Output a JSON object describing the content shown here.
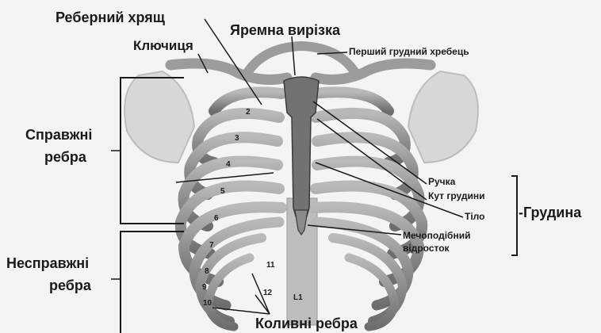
{
  "labels": {
    "costal_cartilage": "Реберний хрящ",
    "jugular_notch": "Яремна вирізка",
    "clavicle": "Ключиця",
    "first_thoracic_vertebra": "Перший грудний хребець",
    "true_ribs_line1": "Справжні",
    "true_ribs_line2": "ребра",
    "false_ribs_line1": "Несправжні",
    "false_ribs_line2": "ребра",
    "floating_ribs": "Коливні ребра",
    "manubrium": "Ручка",
    "sternal_angle": "Кут грудини",
    "body": "Тіло",
    "xiphoid_line1": "Мечоподібний",
    "xiphoid_line2": "відросток",
    "sternum": "-Грудина"
  },
  "rib_numbers": [
    "2",
    "3",
    "4",
    "5",
    "6",
    "7",
    "8",
    "9",
    "10",
    "11",
    "12",
    "L1"
  ],
  "colors": {
    "background": "#f4f4f2",
    "rib": "#8a8a8a",
    "rib_dark": "#555555",
    "line": "#1a1a1a",
    "sternum": "#6f6f6f"
  }
}
